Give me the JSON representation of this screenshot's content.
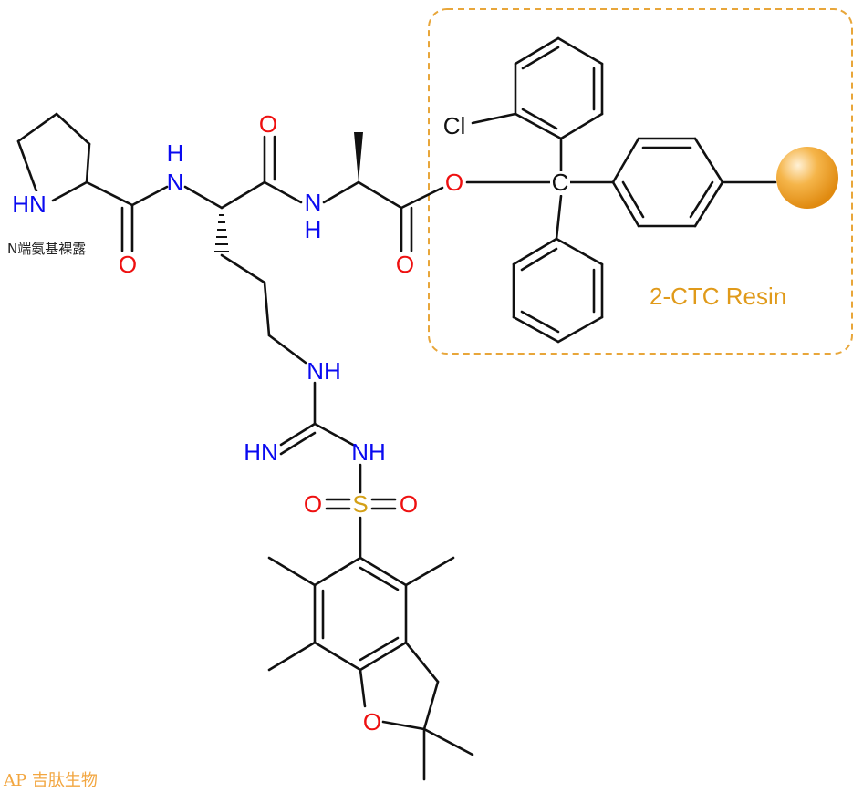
{
  "atoms": {
    "pro_nh": "HN",
    "nh_pro_arg": "H",
    "n_pro_arg": "N",
    "o_pro": "O",
    "o_arg": "O",
    "n_arg_ala": "N",
    "nh_arg_ala": "H",
    "o_ala": "O",
    "o_ester": "O",
    "cl": "Cl",
    "c_trityl": "C",
    "guan_nh": "NH",
    "guan_imine": "HN",
    "guan_nh2": "NH",
    "s": "S",
    "so_left": "O",
    "so_right": "O",
    "furan_o": "O"
  },
  "annotations": {
    "n_terminus": "N端氨基裸露",
    "resin": "2-CTC Resin",
    "brand": "AP 吉肽生物"
  },
  "colors": {
    "nitrogen": "#0a0af0",
    "oxygen": "#ee1010",
    "sulfur": "#d4a017",
    "resin": "#f0a030",
    "box": "#e8a63a"
  }
}
